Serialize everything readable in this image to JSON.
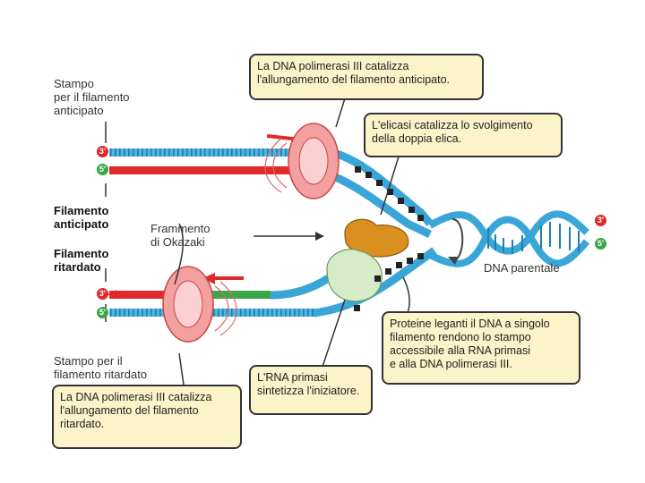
{
  "labels": {
    "stampo_anticipato": "Stampo\nper il filamento\nanticipato",
    "filamento_anticipato": "Filamento\nanticipato",
    "frammento_okazaki": "Frammento\ndi Okazaki",
    "filamento_ritardato": "Filamento\nritardato",
    "stampo_ritardato": "Stampo per il\nfilamento ritardato",
    "dna_parentale": "DNA parentale"
  },
  "boxes": {
    "polimerasi_anticipato": "La DNA polimerasi III catalizza\nl'allungamento del filamento anticipato.",
    "elicasi": "L'elicasi catalizza lo svolgimento\ndella doppia elica.",
    "proteine_leganti": "Proteine leganti il DNA a singolo\nfilamento rendono lo stampo\naccessibile alla RNA primasi\ne alla DNA polimerasi III.",
    "rna_primasi": "L'RNA primasi\nsintetizza l'iniziatore.",
    "polimerasi_ritardato": "La DNA polimerasi III catalizza\nl'allungamento del filamento\nritardato."
  },
  "end_markers": {
    "top_left_3": "3'",
    "top_left_5": "5'",
    "bottom_left_3": "3'",
    "bottom_left_5": "5'",
    "right_3": "3'",
    "right_5": "5'"
  },
  "colors": {
    "template_strand": "#3aa6d8",
    "new_strand": "#e02a2a",
    "okazaki_fragment": "#3aa64a",
    "polymerase": "#f2a0a0",
    "helicase": "#d99020",
    "primase": "#d6ecc8",
    "ssb_protein": "#222222",
    "callout_fill": "#fbf3c9"
  }
}
